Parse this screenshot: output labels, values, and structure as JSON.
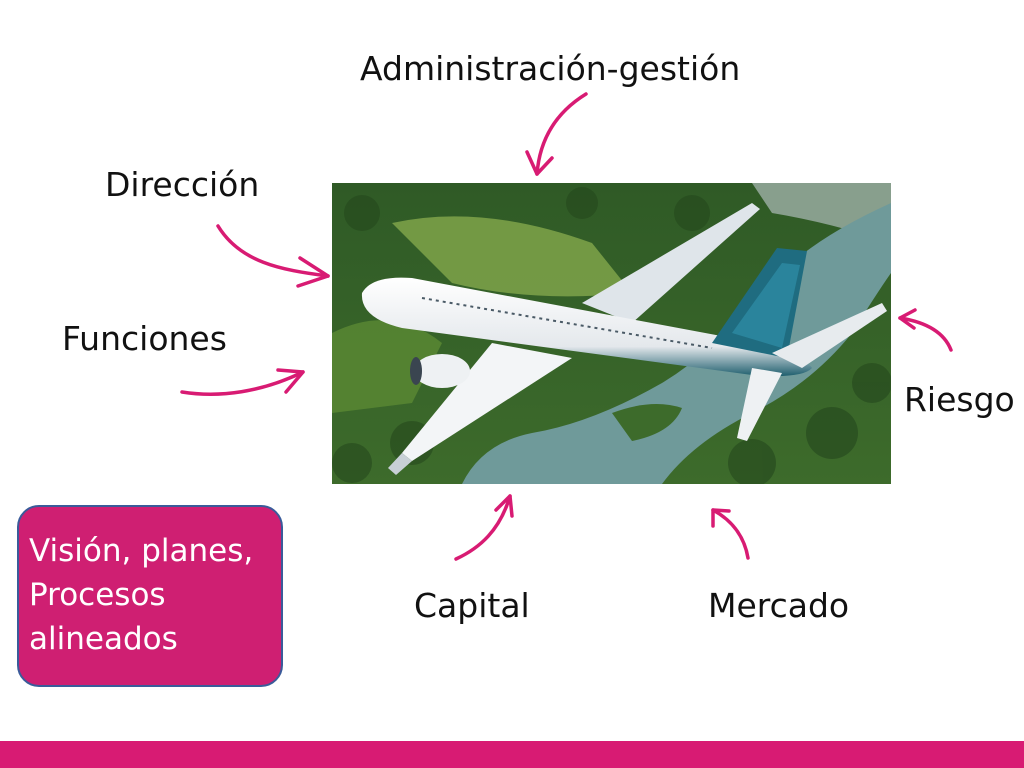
{
  "labels": {
    "administracion": "Administración-gestión",
    "direccion": "Dirección",
    "funciones": "Funciones",
    "riesgo": "Riesgo",
    "capital": "Capital",
    "mercado": "Mercado"
  },
  "callout": {
    "lines": [
      "Visión, planes,",
      "Procesos",
      "alineados"
    ]
  },
  "colors": {
    "accent": "#d81b73",
    "callout_fill": "#cf1f72",
    "callout_border": "#3a5b9a",
    "text": "#111111"
  }
}
